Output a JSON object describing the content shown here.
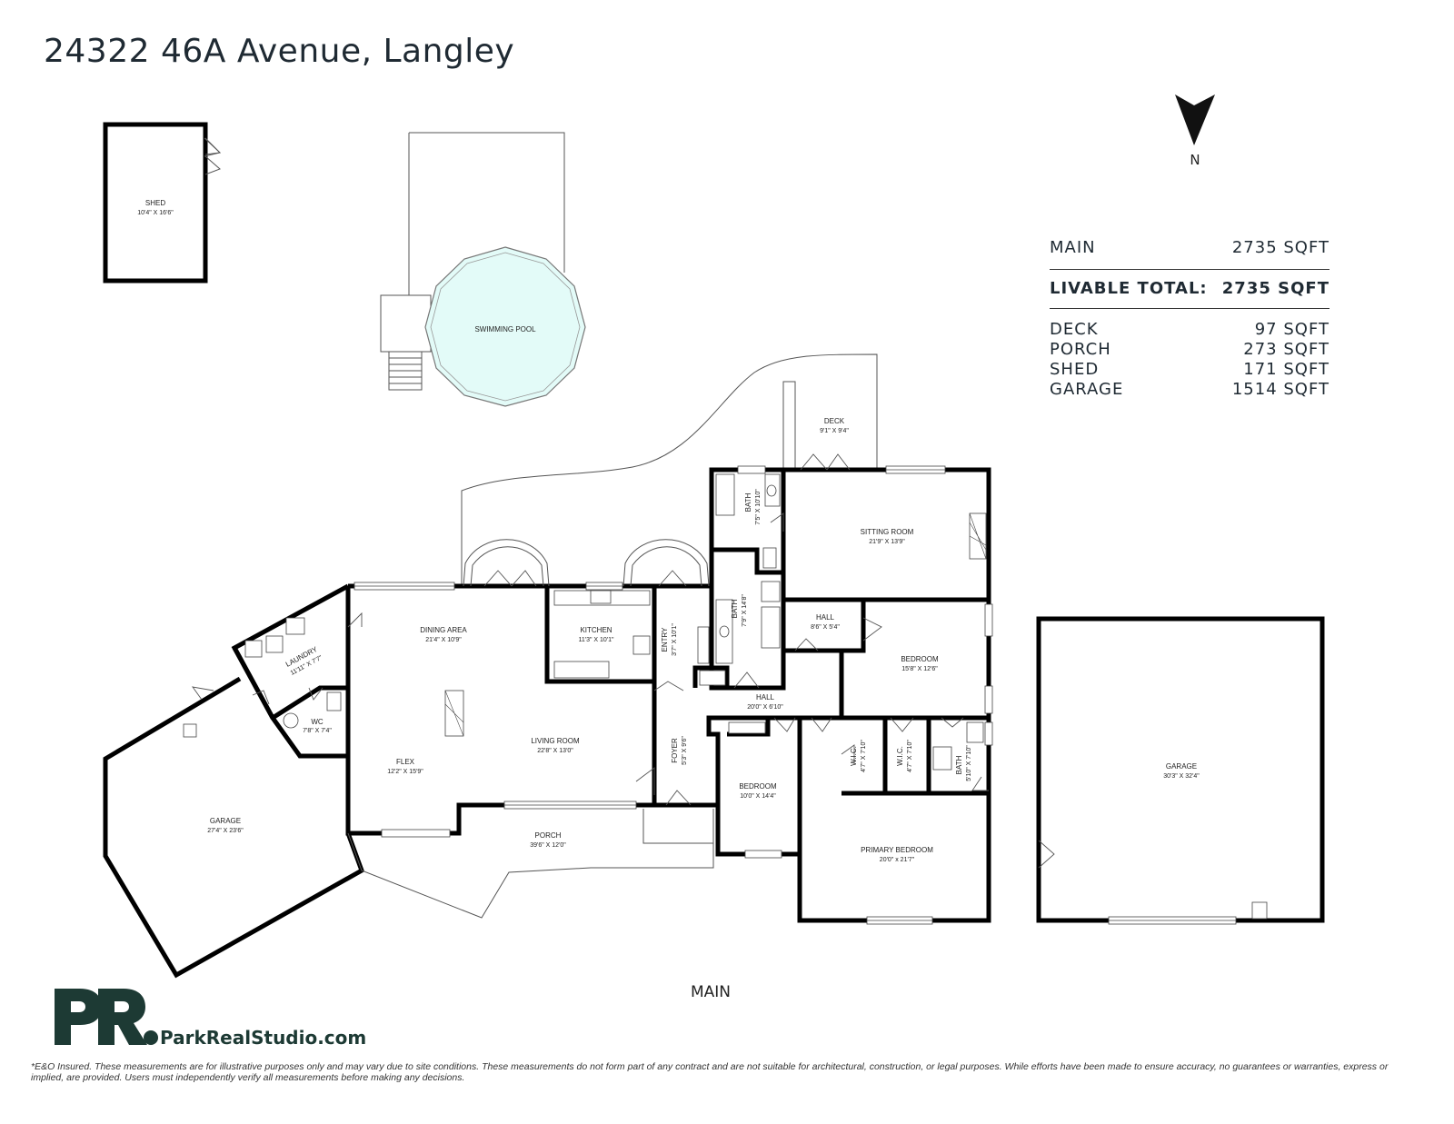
{
  "title": "24322 46A Avenue, Langley",
  "north": {
    "label": "N"
  },
  "summary": {
    "main": {
      "label": "MAIN",
      "value": "2735 SQFT"
    },
    "livable_total": {
      "label": "LIVABLE TOTAL:",
      "value": "2735 SQFT"
    },
    "extras": [
      {
        "label": "DECK",
        "value": "97 SQFT"
      },
      {
        "label": "PORCH",
        "value": "273 SQFT"
      },
      {
        "label": "SHED",
        "value": "171 SQFT"
      },
      {
        "label": "GARAGE",
        "value": "1514 SQFT"
      }
    ]
  },
  "rooms": {
    "shed": {
      "name": "SHED",
      "dim": "10'4\" X 16'6\""
    },
    "pool": {
      "name": "SWIMMING POOL"
    },
    "deck": {
      "name": "DECK",
      "dim": "9'1\" X 9'4\""
    },
    "bath1": {
      "name": "BATH",
      "dim": "7'5\" X 10'10\""
    },
    "sitting": {
      "name": "SITTING ROOM",
      "dim": "21'9\" X 13'9\""
    },
    "bath2": {
      "name": "BATH",
      "dim": "7'9\" X 14'8\""
    },
    "hall1": {
      "name": "HALL",
      "dim": "8'6\" X 5'4\""
    },
    "bedroom1": {
      "name": "BEDROOM",
      "dim": "15'8\" X 12'6\""
    },
    "dining": {
      "name": "DINING AREA",
      "dim": "21'4\" X 10'9\""
    },
    "kitchen": {
      "name": "KITCHEN",
      "dim": "11'3\" X 10'1\""
    },
    "entry": {
      "name": "ENTRY",
      "dim": "3'7\" X 10'1\""
    },
    "laundry": {
      "name": "LAUNDRY",
      "dim": "11'11\" X 7'7\""
    },
    "wc": {
      "name": "WC",
      "dim": "7'8\" X 7'4\""
    },
    "hall2": {
      "name": "HALL",
      "dim": "20'0\" X 6'10\""
    },
    "flex": {
      "name": "FLEX",
      "dim": "12'2\" X 15'9\""
    },
    "living": {
      "name": "LIVING ROOM",
      "dim": "22'8\" X 13'0\""
    },
    "foyer": {
      "name": "FOYER",
      "dim": "5'3\" X 9'6\""
    },
    "wic1": {
      "name": "W.I.C.",
      "dim": "4'7\" X 7'10\""
    },
    "wic2": {
      "name": "W.I.C.",
      "dim": "4'7\" X 7'10\""
    },
    "bath3": {
      "name": "BATH",
      "dim": "5'10\" X 7'10\""
    },
    "bedroom2": {
      "name": "BEDROOM",
      "dim": "10'0\" X 14'4\""
    },
    "garage1": {
      "name": "GARAGE",
      "dim": "27'4\" X 23'6\""
    },
    "porch": {
      "name": "PORCH",
      "dim": "39'6\" X 12'0\""
    },
    "primary": {
      "name": "PRIMARY BEDROOM",
      "dim": "20'0\" x 21'7\""
    },
    "garage2": {
      "name": "GARAGE",
      "dim": "30'3\" X 32'4\""
    }
  },
  "floor_label": "MAIN",
  "brand": {
    "name": "ParkRealStudio.com",
    "color": "#1d3a34"
  },
  "disclaimer": "*E&O Insured. These measurements are for illustrative purposes only and may vary due to site conditions. These measurements do not form part of any contract and are not suitable for architectural, construction, or legal purposes. While efforts have been made to ensure accuracy, no guarantees or warranties, express or implied, are provided. Users must independently verify all measurements before making any decisions.",
  "colors": {
    "pool": "#e3fbf8",
    "wall": "#000000"
  }
}
